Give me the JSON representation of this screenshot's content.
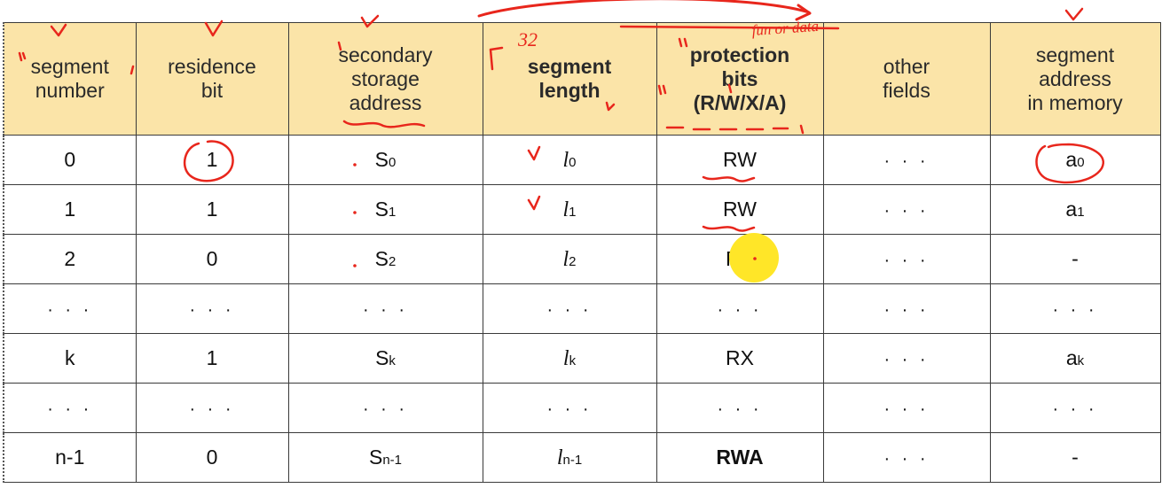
{
  "table": {
    "headers": [
      {
        "text": "segment\nnumber",
        "bold": false
      },
      {
        "text": "residence\nbit",
        "bold": false
      },
      {
        "text": "secondary\nstorage\naddress",
        "bold": false
      },
      {
        "text": "segment\nlength",
        "bold": true
      },
      {
        "text": "protection\nbits\n(R/W/X/A)",
        "bold": true
      },
      {
        "text": "other\nfields",
        "bold": false
      },
      {
        "text": "segment\naddress\nin memory",
        "bold": false
      }
    ],
    "rows": [
      [
        {
          "t": "0"
        },
        {
          "t": "1"
        },
        {
          "b": "S",
          "s": "0"
        },
        {
          "b": "l",
          "s": "0",
          "i": true
        },
        {
          "t": "RW"
        },
        {
          "t": "· · ·"
        },
        {
          "b": "a",
          "s": "0"
        }
      ],
      [
        {
          "t": "1"
        },
        {
          "t": "1"
        },
        {
          "b": "S",
          "s": "1"
        },
        {
          "b": "l",
          "s": "1",
          "i": true
        },
        {
          "t": "RW"
        },
        {
          "t": "· · ·"
        },
        {
          "b": "a",
          "s": "1"
        }
      ],
      [
        {
          "t": "2"
        },
        {
          "t": "0"
        },
        {
          "b": "S",
          "s": "2"
        },
        {
          "b": "l",
          "s": "2",
          "i": true
        },
        {
          "t": "RX"
        },
        {
          "t": "· · ·"
        },
        {
          "t": "-"
        }
      ],
      [
        {
          "t": "· · ·"
        },
        {
          "t": "· · ·"
        },
        {
          "t": "· · ·"
        },
        {
          "t": "· · ·"
        },
        {
          "t": "· · ·"
        },
        {
          "t": "· · ·"
        },
        {
          "t": "· · ·"
        }
      ],
      [
        {
          "t": "k"
        },
        {
          "t": "1"
        },
        {
          "b": "S",
          "s": "k"
        },
        {
          "b": "l",
          "s": "k",
          "i": true
        },
        {
          "t": "RX"
        },
        {
          "t": "· · ·"
        },
        {
          "b": "a",
          "s": "k"
        }
      ],
      [
        {
          "t": "· · ·"
        },
        {
          "t": "· · ·"
        },
        {
          "t": "· · ·"
        },
        {
          "t": "· · ·"
        },
        {
          "t": "· · ·"
        },
        {
          "t": "· · ·"
        },
        {
          "t": "· · ·"
        }
      ],
      [
        {
          "t": "n-1"
        },
        {
          "t": "0"
        },
        {
          "b": "S",
          "s": "n-1"
        },
        {
          "b": "l",
          "s": "n-1",
          "i": true
        },
        {
          "t": "RWA",
          "bold": true
        },
        {
          "t": "· · ·"
        },
        {
          "t": "-"
        }
      ]
    ]
  },
  "colors": {
    "header_bg": "#fbe4a8",
    "ink": "#e8261c",
    "pointer": "#ffe628"
  },
  "annotations": {
    "handwritten_note": "fun or data",
    "handwritten_digits": "32"
  }
}
